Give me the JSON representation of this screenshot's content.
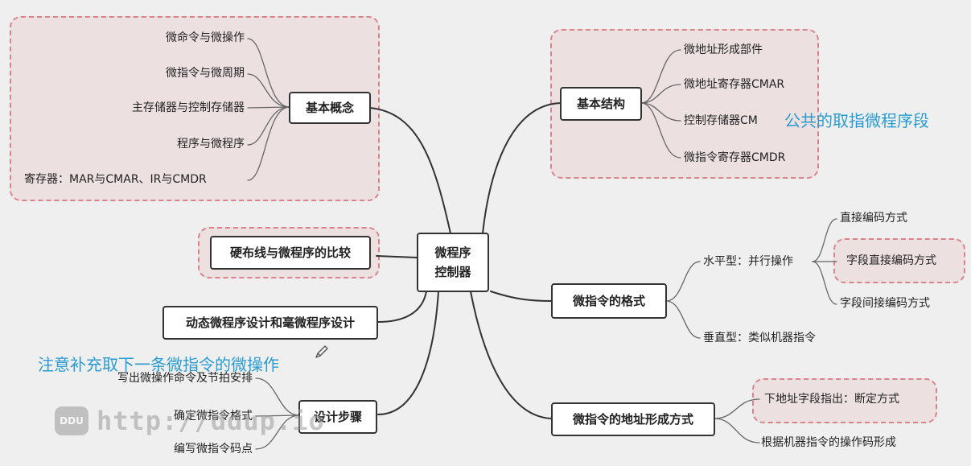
{
  "center": {
    "line1": "微程序",
    "line2": "控制器"
  },
  "basic_concepts": {
    "title": "基本概念",
    "items": [
      "微命令与微操作",
      "微指令与微周期",
      "主存储器与控制存储器",
      "程序与微程序",
      "寄存器：MAR与CMAR、IR与CMDR"
    ]
  },
  "comparison": {
    "title": "硬布线与微程序的比较"
  },
  "dynamic": {
    "title": "动态微程序设计和毫微程序设计"
  },
  "design_note": "注意补充取下一条微指令的微操作",
  "design_steps": {
    "title": "设计步骤",
    "items": [
      "写出微操作命令及节拍安排",
      "确定微指令格式",
      "编写微指令码点"
    ]
  },
  "basic_structure": {
    "title": "基本结构",
    "items": [
      "微地址形成部件",
      "微地址寄存器CMAR",
      "控制存储器CM",
      "微指令寄存器CMDR"
    ],
    "note": "公共的取指微程序段"
  },
  "format": {
    "title": "微指令的格式",
    "horizontal": {
      "label": "水平型：并行操作",
      "items": [
        "直接编码方式",
        "字段直接编码方式",
        "字段间接编码方式"
      ]
    },
    "vertical": "垂直型：类似机器指令"
  },
  "address": {
    "title": "微指令的地址形成方式",
    "items": [
      "下地址字段指出：断定方式",
      "根据机器指令的操作码形成"
    ]
  },
  "watermark": {
    "logo": "DDU",
    "text": "http://ddup.io"
  },
  "icons": {
    "pencil": "pencil-icon"
  },
  "colors": {
    "highlight_border": "#d9848c",
    "highlight_fill": "#f2dde0",
    "note": "#2a9bd0"
  }
}
